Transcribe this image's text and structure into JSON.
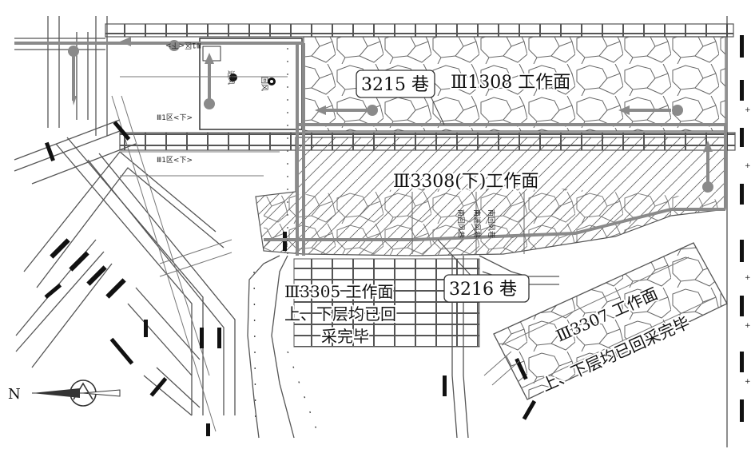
{
  "labels": {
    "face_3308": "Ⅲ1308 工作面",
    "roadway_3215": "3215 巷",
    "face_3308_lower": "Ⅲ3308(下)工作面",
    "roadway_3216": "3216 巷",
    "face_3305_line1": "Ⅲ3305 工作面",
    "face_3305_line2": "上、下层均已回",
    "face_3305_line3": "采完毕",
    "face_3307_line1": "Ⅲ3307 工作面",
    "face_3307_line2": "上、下层均已回采完毕",
    "north": "N"
  },
  "small_labels": {
    "station_a": "Ⅲ1区<下>",
    "station_b": "Ⅲ1区<下>",
    "station_c": "Ⅲ1区<下>",
    "vertical_a": "进风",
    "vertical_b": "回风",
    "return_air_1": "南回风巷",
    "return_air_2": "南进风巷",
    "return_air_3": "南回风巷"
  },
  "colors": {
    "route": "#8a8a8a",
    "line": "#555555",
    "text": "#111111",
    "background": "#ffffff"
  },
  "icons": {
    "compass": "compass-rose-icon",
    "arrow": "flow-arrow-icon"
  }
}
